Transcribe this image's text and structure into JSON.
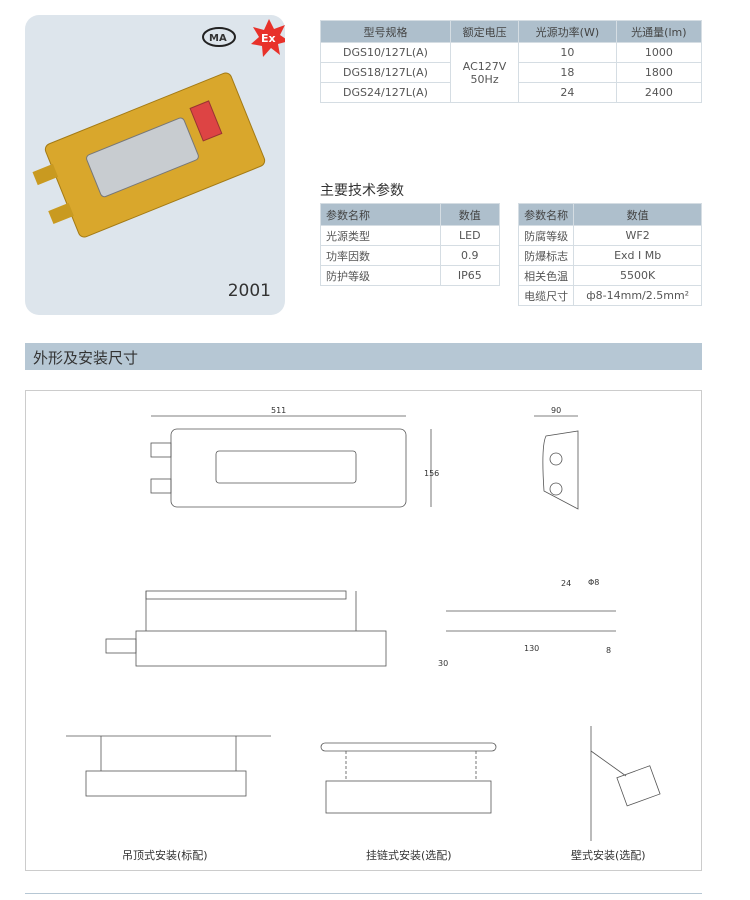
{
  "product": {
    "model_number": "2001",
    "cert_logos": [
      "MA",
      "Ex"
    ]
  },
  "models_table": {
    "headers": [
      "型号规格",
      "额定电压",
      "光源功率(W)",
      "光通量(lm)"
    ],
    "voltage": [
      "AC127V",
      "50Hz"
    ],
    "rows": [
      {
        "model": "DGS10/127L(A)",
        "power": "10",
        "flux": "1000"
      },
      {
        "model": "DGS18/127L(A)",
        "power": "18",
        "flux": "1800"
      },
      {
        "model": "DGS24/127L(A)",
        "power": "24",
        "flux": "2400"
      }
    ]
  },
  "tech": {
    "title": "主要技术参数",
    "headers": [
      "参数名称",
      "数值"
    ],
    "left": [
      [
        "光源类型",
        "LED"
      ],
      [
        "功率因数",
        "0.9"
      ],
      [
        "防护等级",
        "IP65"
      ]
    ],
    "right": [
      [
        "防腐等级",
        "WF2"
      ],
      [
        "防爆标志",
        "Exd I Mb"
      ],
      [
        "相关色温",
        "5500K"
      ],
      [
        "电缆尺寸",
        "ф8-14mm/2.5mm²"
      ]
    ]
  },
  "dimensions": {
    "title": "外形及安装尺寸",
    "labels": {
      "length": "511",
      "height": "156",
      "depth": "90",
      "offset": "24",
      "hole": "Φ8",
      "span": "130",
      "bracket_h": "30",
      "bracket_t": "8"
    },
    "captions": [
      "吊顶式安装(标配)",
      "挂链式安装(选配)",
      "壁式安装(选配)"
    ]
  }
}
